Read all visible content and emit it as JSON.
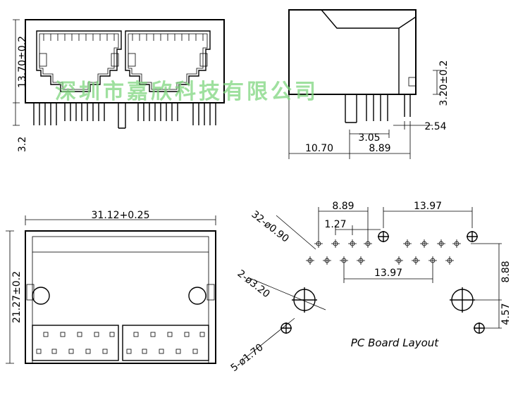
{
  "watermark": "深圳市嘉欣科技有限公司",
  "front_view": {
    "height_label": "13.70±0.2",
    "pin_label": "3.2"
  },
  "side_view": {
    "height_label": "3.20±0.2",
    "dims": [
      "3.05",
      "2.54",
      "10.70",
      "8.89"
    ]
  },
  "top_view": {
    "width_label": "31.12+0.25",
    "depth_label": "21.27±0.2"
  },
  "pcb_layout": {
    "title": "PC Board Layout",
    "hole_labels": [
      "32-ø0.90",
      "2-ø3.20",
      "5-ø1.70"
    ],
    "dims": [
      "8.89",
      "1.27",
      "13.97",
      "13.97",
      "8.88",
      "4.57"
    ]
  }
}
